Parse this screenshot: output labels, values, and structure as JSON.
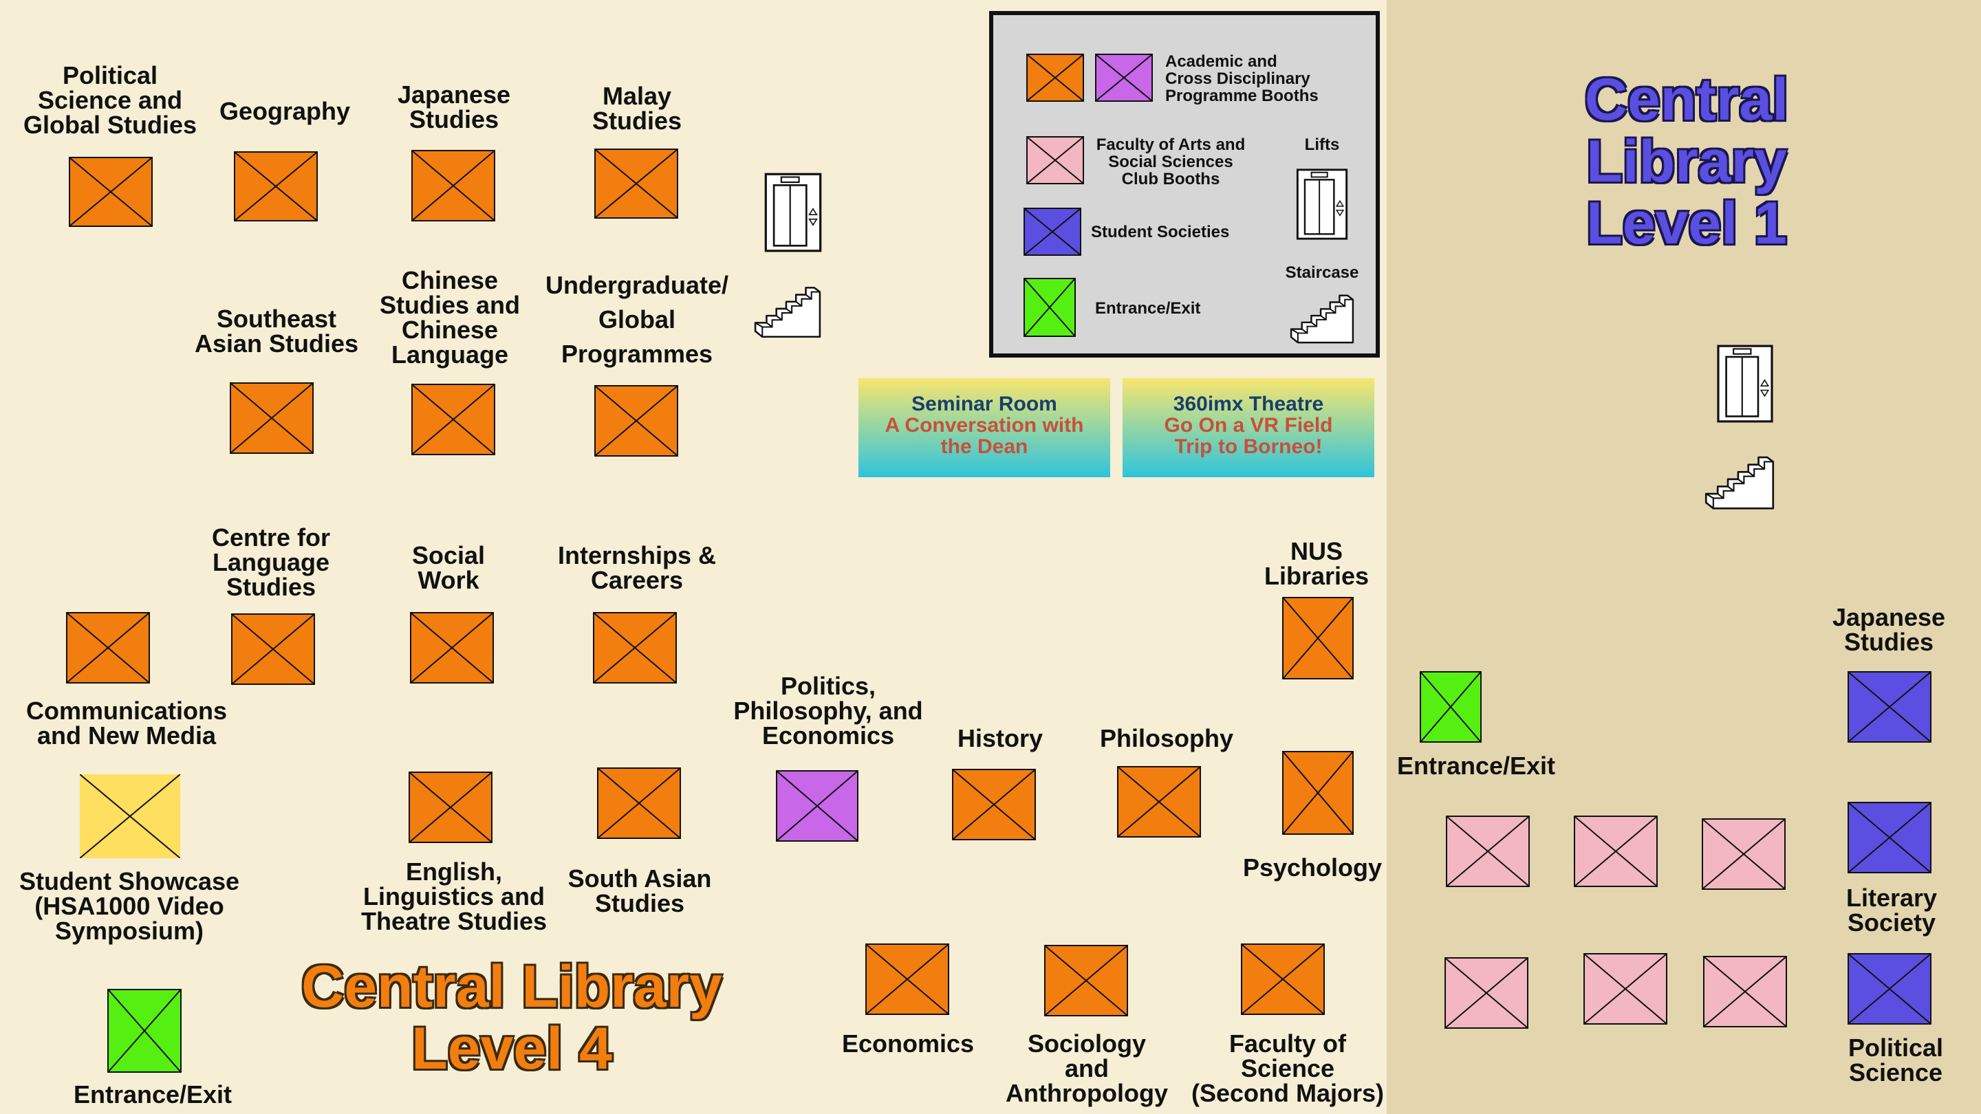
{
  "colors": {
    "academic": "#f27e0f",
    "cross_disciplinary": "#c867e8",
    "fass_club": "#f2b7c0",
    "student_society": "#5a4fe0",
    "entrance": "#55f012",
    "showcase": "#ffdf60",
    "title_level4": "#f27e0f",
    "title_level1": "#5a4fe0"
  },
  "legend": {
    "academic_label": "Academic and\nCross Disciplinary\nProgramme Booths",
    "fass_label": "Faculty of Arts and\nSocial Sciences\nClub Booths",
    "society_label": "Student Societies",
    "entrance_label": "Entrance/Exit",
    "lifts_label": "Lifts",
    "staircase_label": "Staircase"
  },
  "rooms": [
    {
      "title": "Seminar Room",
      "subtitle": "A Conversation with\nthe Dean"
    },
    {
      "title": "360imx Theatre",
      "subtitle": "Go On a VR Field\nTrip to Borneo!"
    }
  ],
  "level4": {
    "title": "Central Library\nLevel 4",
    "booths": [
      {
        "label": "Political\nScience and\nGlobal Studies",
        "type": "academic"
      },
      {
        "label": "Geography",
        "type": "academic"
      },
      {
        "label": "Japanese\nStudies",
        "type": "academic"
      },
      {
        "label": "Malay\nStudies",
        "type": "academic"
      },
      {
        "label": "Southeast\nAsian Studies",
        "type": "academic"
      },
      {
        "label": "Chinese\nStudies and\nChinese\nLanguage",
        "type": "academic"
      },
      {
        "label": "Undergraduate/\nGlobal\nProgrammes",
        "type": "academic"
      },
      {
        "label": "Communications\nand New Media",
        "type": "academic"
      },
      {
        "label": "Centre for\nLanguage\nStudies",
        "type": "academic"
      },
      {
        "label": "Social\nWork",
        "type": "academic"
      },
      {
        "label": "Internships &\nCareers",
        "type": "academic"
      },
      {
        "label": "NUS\nLibraries",
        "type": "academic"
      },
      {
        "label": "Politics,\nPhilosophy, and\nEconomics",
        "type": "cross_disciplinary"
      },
      {
        "label": "History",
        "type": "academic"
      },
      {
        "label": "Philosophy",
        "type": "academic"
      },
      {
        "label": "Psychology",
        "type": "academic"
      },
      {
        "label": "English,\nLinguistics and\nTheatre Studies",
        "type": "academic"
      },
      {
        "label": "South Asian\nStudies",
        "type": "academic"
      },
      {
        "label": "Economics",
        "type": "academic"
      },
      {
        "label": "Sociology\nand\nAnthropology",
        "type": "academic"
      },
      {
        "label": "Faculty of\nScience\n(Second Majors)",
        "type": "academic"
      },
      {
        "label": "Student Showcase\n(HSA1000 Video\nSymposium)",
        "type": "showcase"
      },
      {
        "label": "Entrance/Exit",
        "type": "entrance"
      }
    ]
  },
  "level1": {
    "title": "Central Library\nLevel 1",
    "booths": [
      {
        "label": "Entrance/Exit",
        "type": "entrance"
      },
      {
        "label": "Japanese\nStudies",
        "type": "student_society"
      },
      {
        "label": "Literary\nSociety",
        "type": "student_society"
      },
      {
        "label": "Political\nScience",
        "type": "student_society"
      }
    ]
  }
}
